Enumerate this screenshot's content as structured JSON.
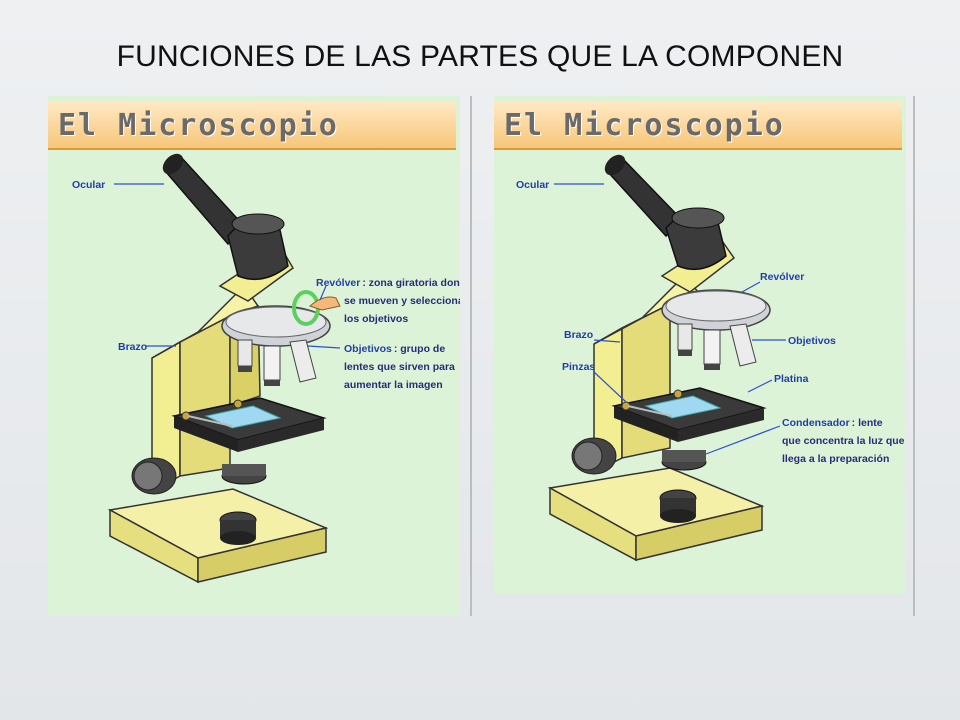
{
  "title": "FUNCIONES DE LAS PARTES QUE LA COMPONEN",
  "left_panel": {
    "banner": "El Microscopio",
    "labels": {
      "ocular": "Ocular",
      "revolver": "Revólver",
      "revolver_desc": [
        ": zona giratoria donde",
        "se mueven y seleccionan",
        "los objetivos"
      ],
      "brazo": "Brazo",
      "objetivos": "Objetivos",
      "objetivos_desc": [
        ": grupo de",
        "lentes que sirven para",
        "aumentar la imagen"
      ]
    }
  },
  "right_panel": {
    "banner": "El Microscopio",
    "labels": {
      "ocular": "Ocular",
      "revolver": "Revólver",
      "brazo": "Brazo",
      "objetivos": "Objetivos",
      "pinzas": "Pinzas",
      "platina": "Platina",
      "condensador": "Condensador",
      "condensador_desc": [
        ": lente",
        "que concentra la luz que",
        "llega a la preparación"
      ]
    }
  },
  "colors": {
    "panel_bg": "#ddf3d8",
    "banner_light": "#ffe9c4",
    "banner_dark": "#f7c679",
    "label_blue": "#1f3fa8",
    "arm_yellow": "#f2ef93",
    "highlight_green": "#5cd05c"
  }
}
